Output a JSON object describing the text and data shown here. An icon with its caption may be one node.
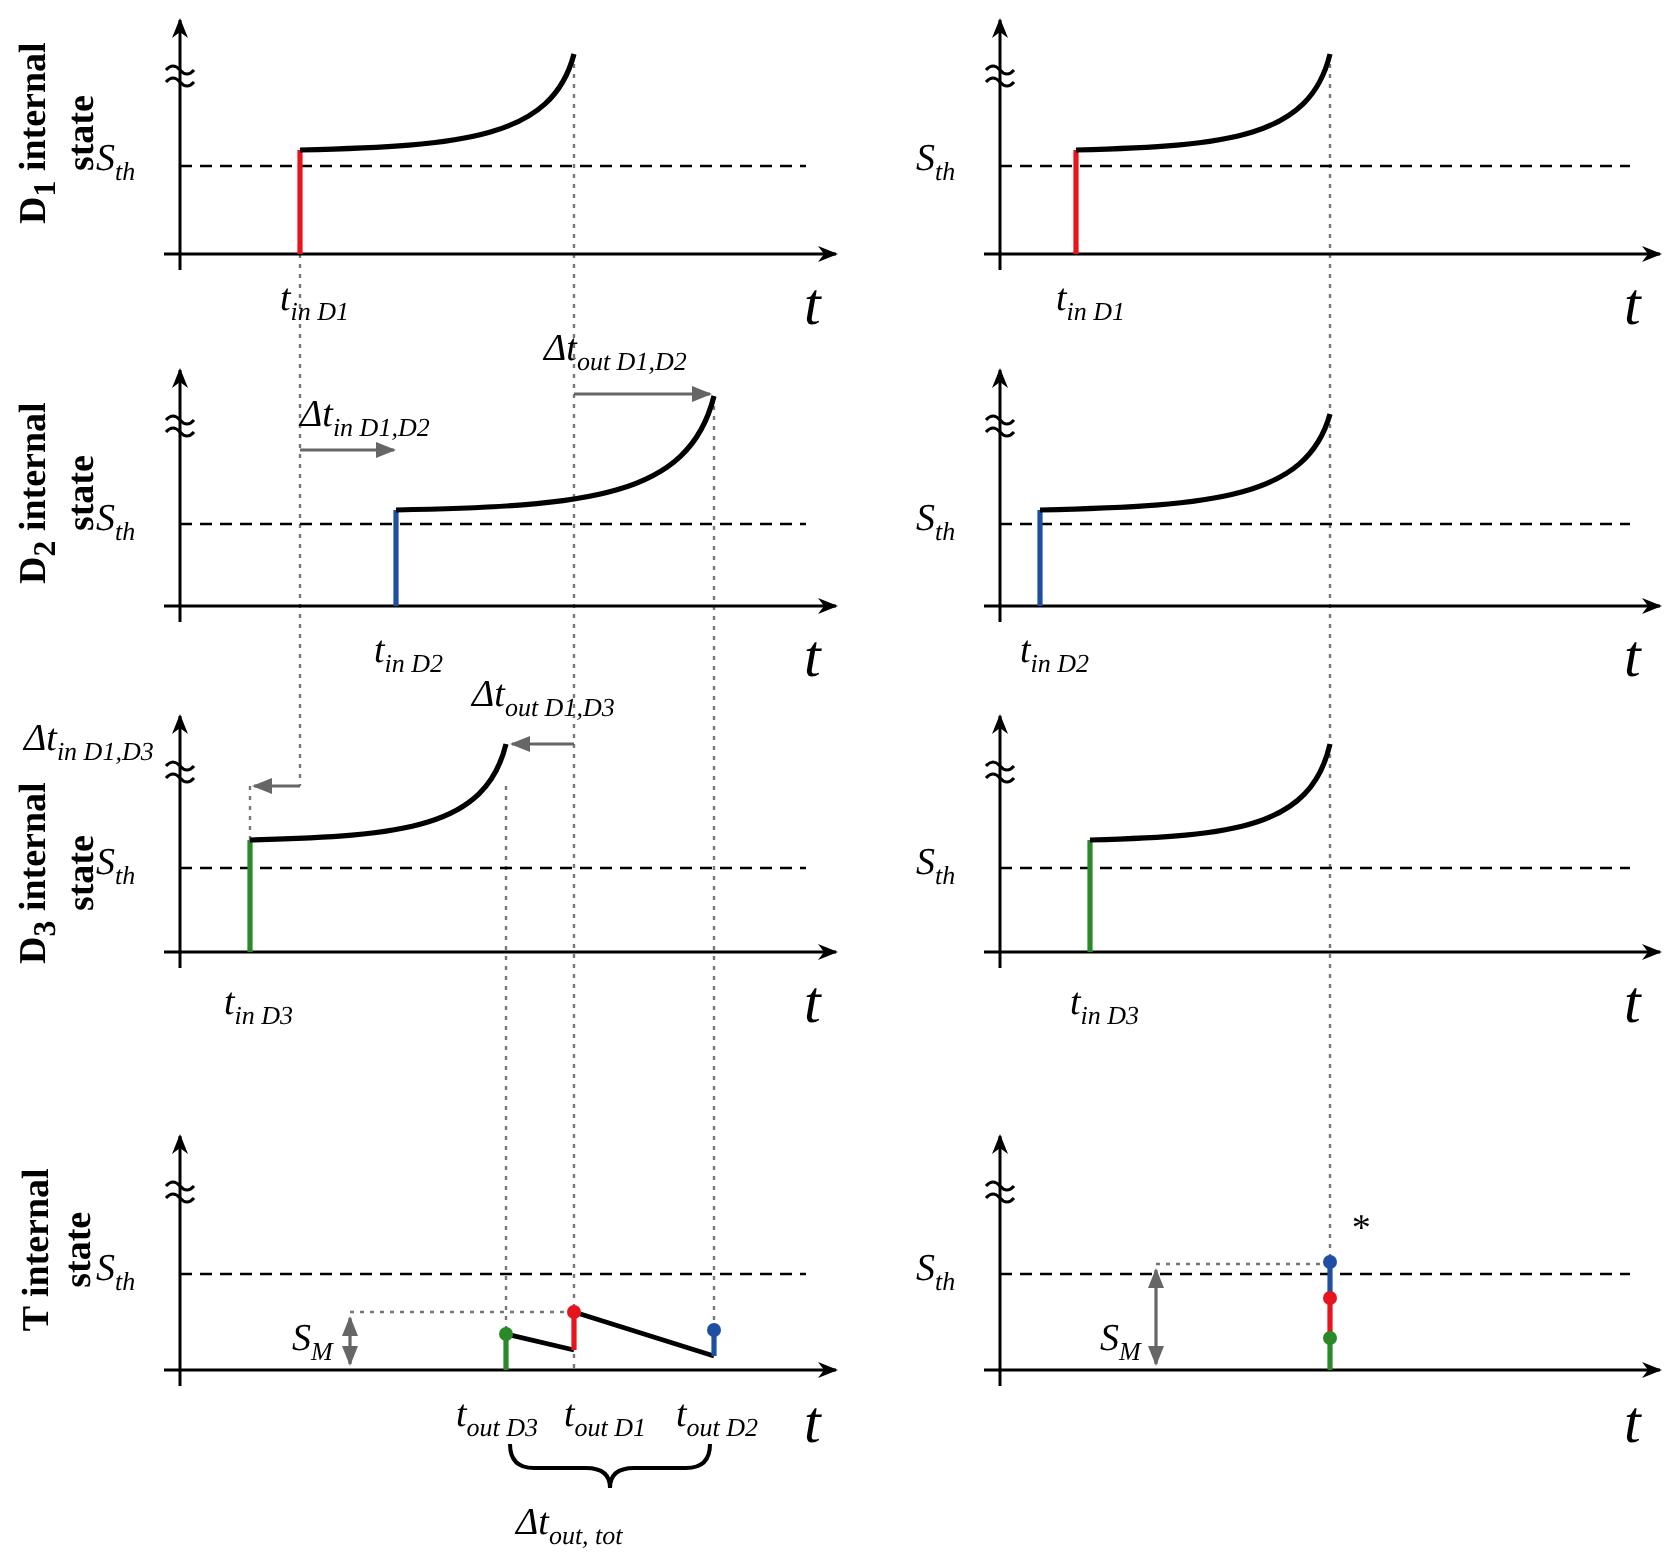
{
  "diagram": {
    "labels": [
      "D$_{1}$ internal state",
      "S$_{th}$",
      "t$_{in D1}$",
      "t",
      "S$_{th}$",
      "t$_{in D1}$",
      "t",
      "Δt$_{out D1,D2}$",
      "D$_{2}$ internal state",
      "Δt$_{in D1,D2}$",
      "S$_{th}$",
      "t$_{in D2}$",
      "t",
      "S$_{th}$",
      "t$_{in D2}$",
      "t",
      "Δt$_{in D1,D3}$",
      "Δt$_{out D1,D3}$",
      "D$_{3}$ internal state",
      "S$_{th}$",
      "t$_{in D3}$",
      "t",
      "S$_{th}$",
      "t$_{in D3}$",
      "t",
      "T internal state",
      "S$_{th}$",
      "S$_{M}$",
      "t$_{out D3}$",
      "t$_{out D1}$",
      "t$_{out D2}$",
      "t",
      "Δt$_{out, tot}$",
      "S$_{th}$",
      "*",
      "S$_{M}$",
      "t"
    ]
  }
}
